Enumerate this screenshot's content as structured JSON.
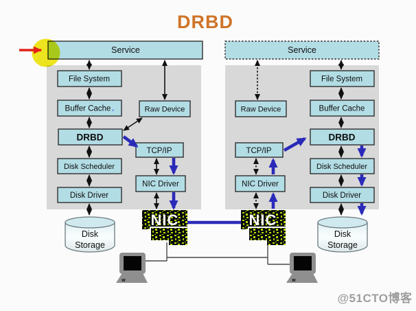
{
  "title": "DRBD",
  "watermark": "@51CTO博客",
  "computer_logo": "w",
  "colors": {
    "title_orange": "#cf7428",
    "box_fill": "#b3dde5",
    "box_border": "#2f2f2f",
    "panel_gray": "#d8d8d8",
    "flow_blue": "#2a2ab9",
    "arrow_black": "#111111",
    "highlight_yellow": "#f0e81e",
    "pointer_red": "#e32119",
    "nic_pattern_green": "#b5e000",
    "nic_background": "#0a0a0a",
    "cylinder_top": "#cfe9ef",
    "watermark_gray": "#9e9e9e"
  },
  "left_node": {
    "service": "Service",
    "file_system": "File System",
    "buffer_cache": "Buffer Cache",
    "buffer_cache_dot": ".",
    "raw_device": "Raw Device",
    "drbd": "DRBD",
    "tcp_ip": "TCP/IP",
    "disk_scheduler": "Disk Scheduler",
    "nic_driver": "NIC Driver",
    "disk_driver": "Disk Driver",
    "disk_storage_line1": "Disk",
    "disk_storage_line2": "Storage",
    "nic": "NIC"
  },
  "right_node": {
    "service": "Service",
    "file_system": "File System",
    "buffer_cache": "Buffer Cache",
    "raw_device": "Raw Device",
    "drbd": "DRBD",
    "tcp_ip": "TCP/IP",
    "disk_scheduler": "Disk Scheduler",
    "nic_driver": "NIC Driver",
    "disk_driver": "Disk Driver",
    "disk_storage_line1": "Disk",
    "disk_storage_line2": "Storage",
    "nic": "NIC"
  }
}
